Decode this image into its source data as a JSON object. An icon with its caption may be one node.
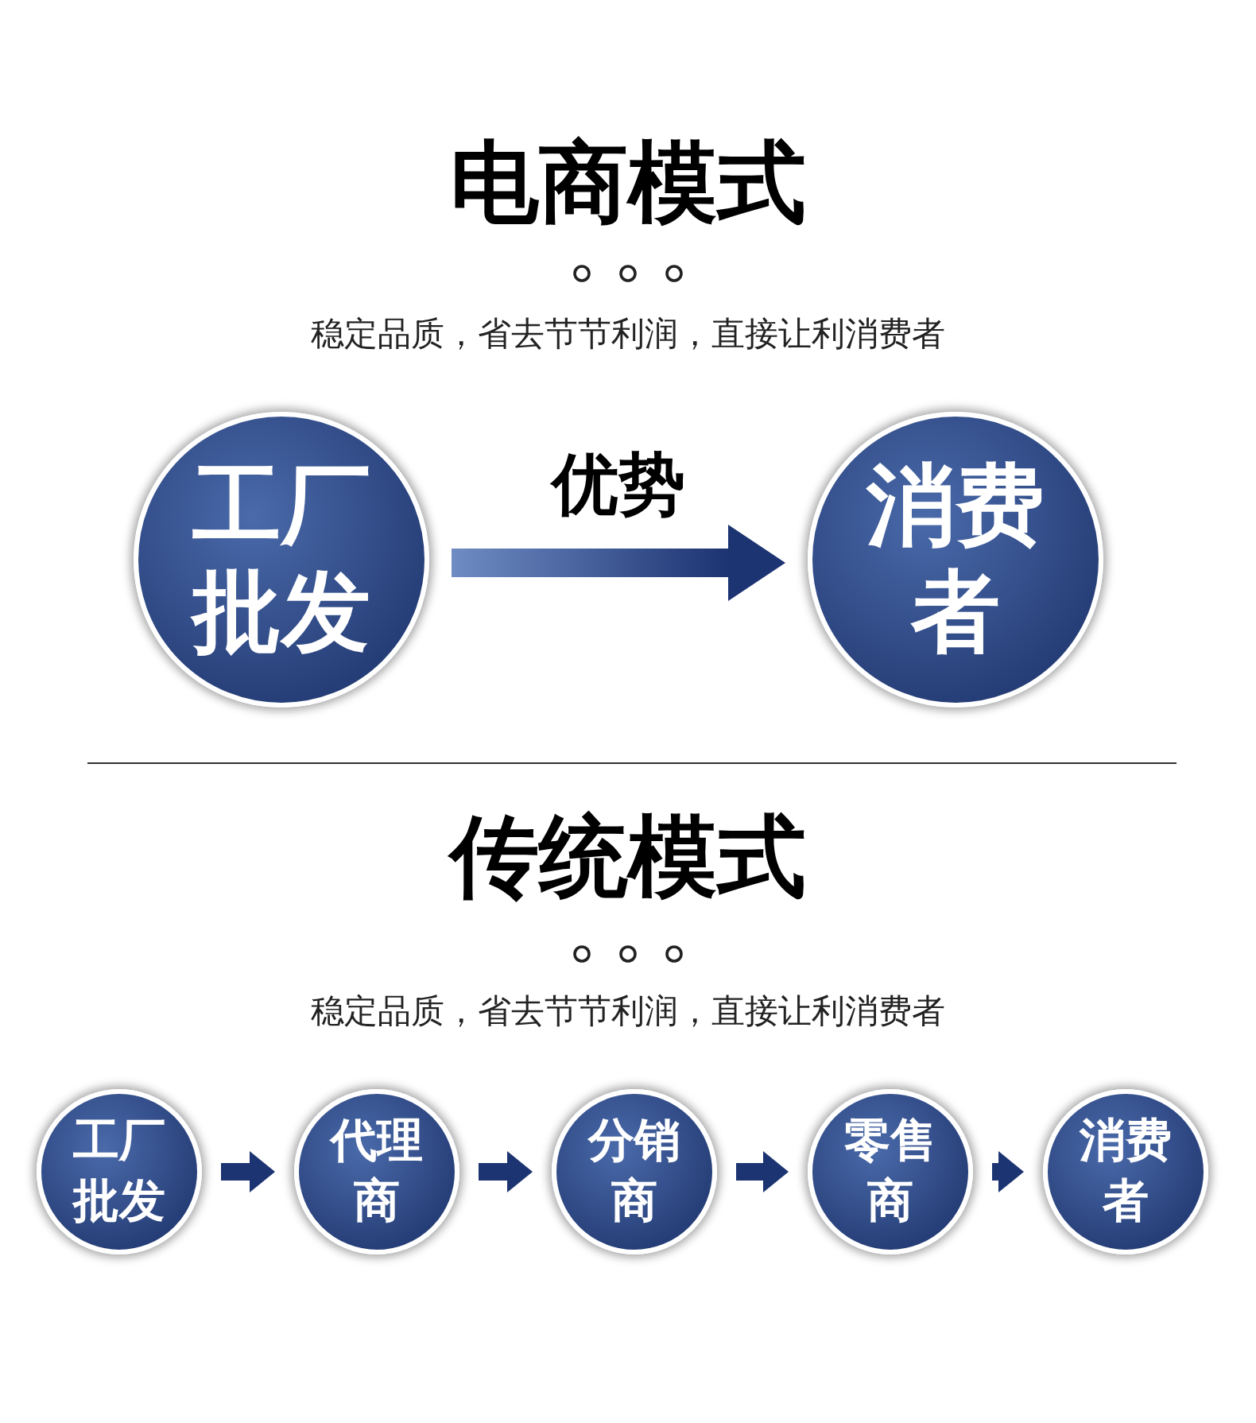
{
  "diagram": {
    "nodes": [
      {
        "text": [
          "工厂批发"
        ]
      },
      {
        "text": [
          "消费者"
        ]
      },
      {
        "text": [
          "工厂批发"
        ]
      },
      {
        "text": [
          "代理商"
        ]
      },
      {
        "text": [
          "分销商"
        ]
      },
      {
        "text": [
          "零售商"
        ]
      },
      {
        "text": [
          "消费者"
        ]
      }
    ],
    "edges": [
      {
        "from": 0,
        "to": 1,
        "arrow": "to",
        "label": "优势",
        "style": "thick"
      },
      {
        "from": 2,
        "to": 3,
        "arrow": "to"
      },
      {
        "from": 3,
        "to": 4,
        "arrow": "to"
      },
      {
        "from": 4,
        "to": 5,
        "arrow": "to"
      },
      {
        "from": 5,
        "to": 6,
        "arrow": "to"
      }
    ],
    "labels": [
      "电商模式",
      "稳定品质，省去节节利润，直接让利消费者",
      "传统模式",
      "稳定品质，省去节节利润，直接让利消费者"
    ]
  }
}
